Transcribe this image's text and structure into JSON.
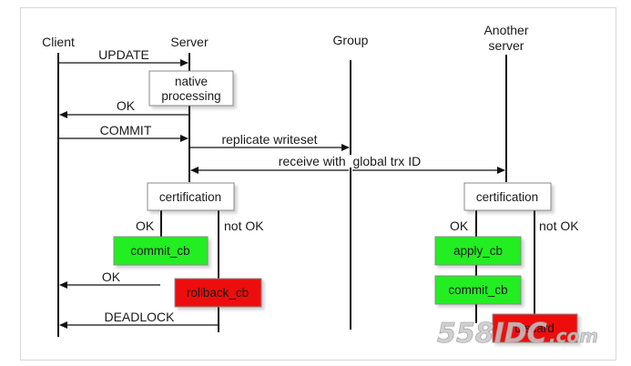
{
  "actors": {
    "client": "Client",
    "server": "Server",
    "group": "Group",
    "another_server_line1": "Another",
    "another_server_line2": "server"
  },
  "messages": {
    "update": "UPDATE",
    "ok_1": "OK",
    "commit": "COMMIT",
    "replicate": "replicate writeset",
    "receive": "receive with  global trx ID",
    "ok_2": "OK",
    "deadlock": "DEADLOCK"
  },
  "boxes": {
    "native_line1": "native",
    "native_line2": "processing",
    "certification_server": "certification",
    "certification_another": "certification",
    "commit_cb": "commit_cb",
    "rollback_cb": "rollback_cb",
    "apply_cb": "apply_cb",
    "commit_cb_another": "commit_cb",
    "discard": "discard"
  },
  "branches": {
    "server_ok": "OK",
    "server_not_ok": "not OK",
    "another_ok": "OK",
    "another_not_ok": "not OK"
  },
  "watermark": {
    "main": "558IDC",
    "suffix": ".com"
  },
  "colors": {
    "green": "#22ee22",
    "red": "#ee0c0c",
    "line": "#111111",
    "box_border": "#8a8a8a"
  }
}
